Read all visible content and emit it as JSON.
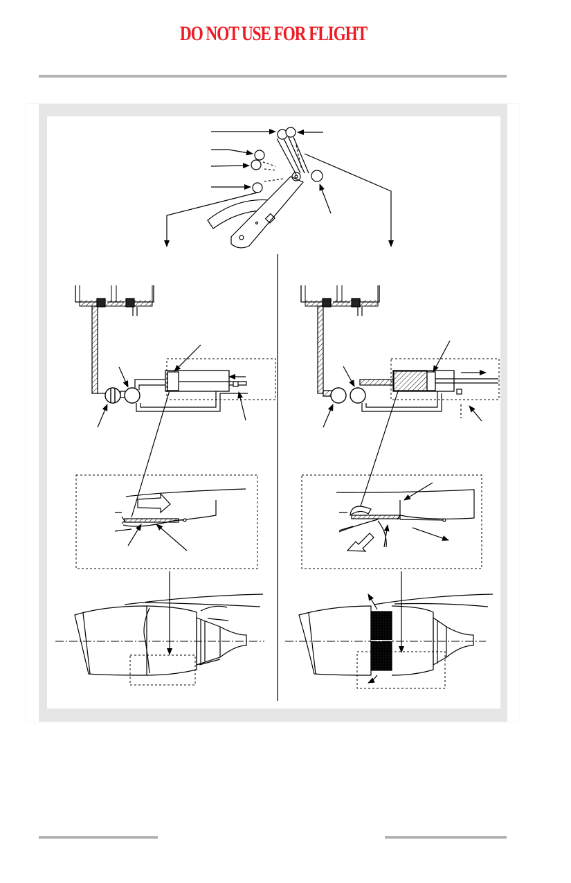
{
  "header": {
    "banner_text": "DO NOT USE FOR FLIGHT",
    "banner_color": "#ed1c24"
  },
  "colors": {
    "rule": "#b3b3b3",
    "figure_background": "#e6e6e6",
    "line": "#000000"
  },
  "figure": {
    "views": [
      "forward-thrust",
      "reverse-thrust"
    ],
    "callout_labels": []
  }
}
